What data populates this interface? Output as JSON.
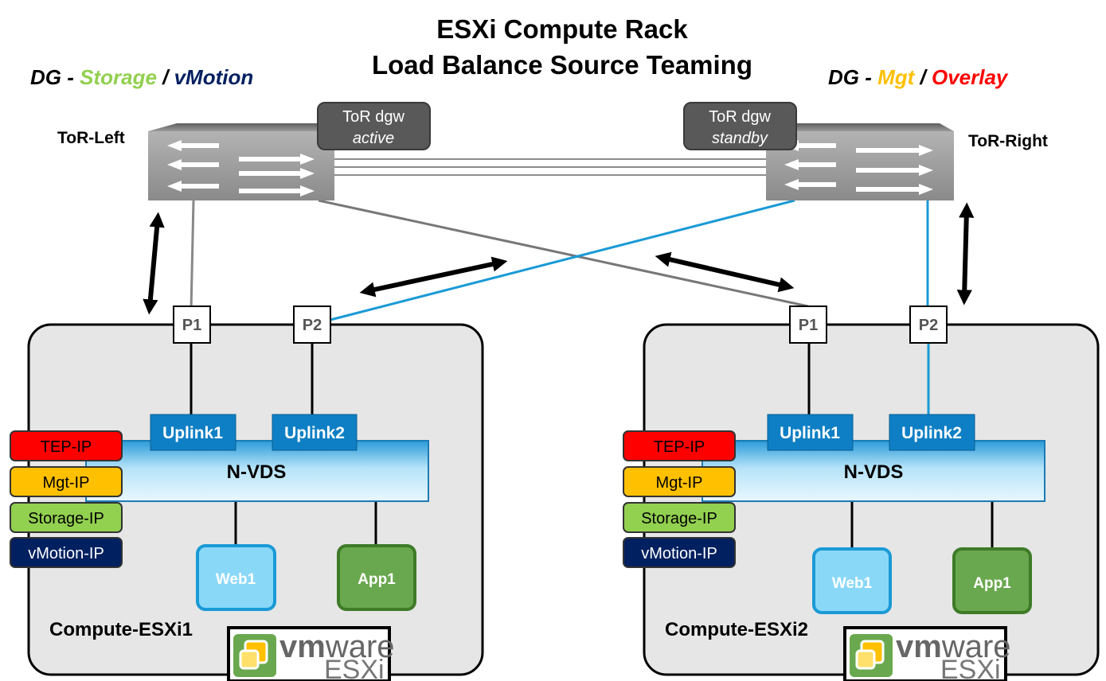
{
  "title": {
    "line1": "ESXi Compute Rack",
    "line2": "Load Balance Source Teaming"
  },
  "dg_left": {
    "prefix": "DG - ",
    "a": "Storage",
    "sep": " / ",
    "b": "vMotion"
  },
  "dg_right": {
    "prefix": "DG - ",
    "a": "Mgt",
    "sep": " / ",
    "b": "Overlay"
  },
  "tor_left": {
    "name": "ToR-Left",
    "badge_line1": "ToR dgw",
    "badge_line2": "active"
  },
  "tor_right": {
    "name": "ToR-Right",
    "badge_line1": "ToR dgw",
    "badge_line2": "standby"
  },
  "hosts": [
    {
      "name": "Compute-ESXi1",
      "port1": "P1",
      "port2": "P2",
      "uplink1": "Uplink1",
      "uplink2": "Uplink2",
      "nvds": "N-VDS",
      "ips": [
        "TEP-IP",
        "Mgt-IP",
        "Storage-IP",
        "vMotion-IP"
      ],
      "vm1": "Web1",
      "vm2": "App1",
      "logo_vm": "vm",
      "logo_ware": "ware",
      "logo_esxi": "ESXi"
    },
    {
      "name": "Compute-ESXi2",
      "port1": "P1",
      "port2": "P2",
      "uplink1": "Uplink1",
      "uplink2": "Uplink2",
      "nvds": "N-VDS",
      "ips": [
        "TEP-IP",
        "Mgt-IP",
        "Storage-IP",
        "vMotion-IP"
      ],
      "vm1": "Web1",
      "vm2": "App1",
      "logo_vm": "vm",
      "logo_ware": "ware",
      "logo_esxi": "ESXi"
    }
  ],
  "colors": {
    "tep": "#ff0000",
    "mgt": "#ffc000",
    "storage": "#92d050",
    "vmotion": "#002060",
    "uplink": "#0e7fc4",
    "blue_link": "#1a9ad6",
    "gray_link": "#777777",
    "web": "#8ad8f8",
    "app": "#6aa84f"
  }
}
